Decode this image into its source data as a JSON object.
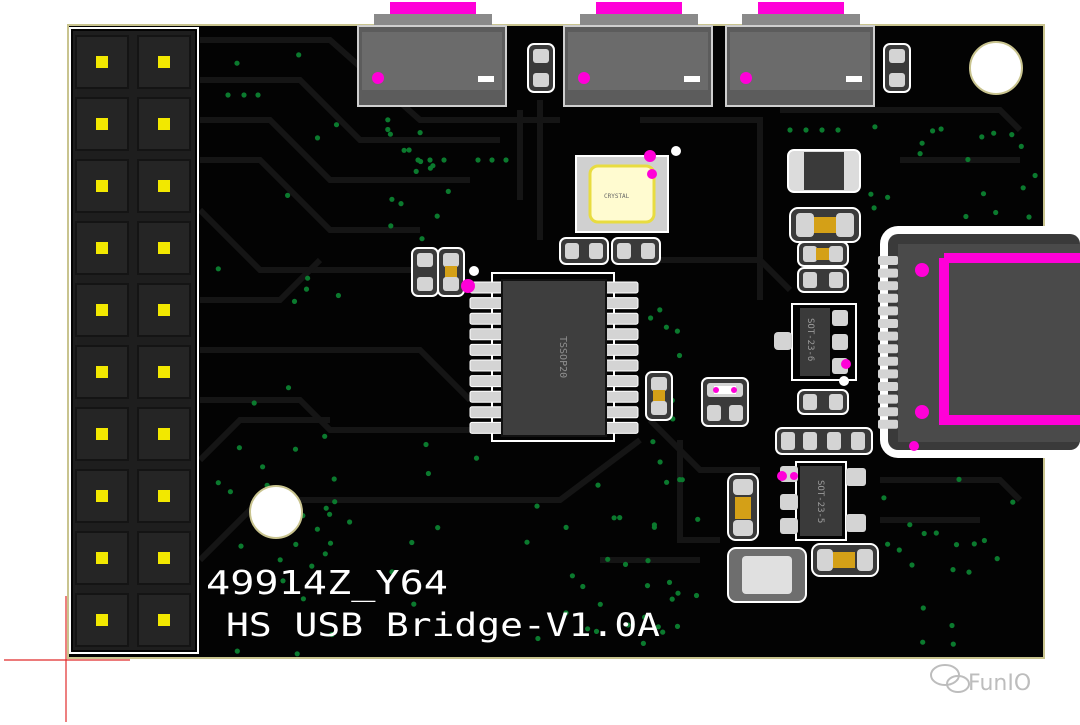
{
  "board": {
    "silkscreen_code": "49914Z_Y64",
    "silkscreen_name": "HS USB Bridge-V1.0A",
    "main_ic_label": "TSSOP20",
    "regulator_label": "SOT-23-5",
    "small_ic_label": "SOT-23-6",
    "oscillator_marking": "CRYSTAL"
  },
  "watermark": {
    "text": "FunIO",
    "icon": "wechat-icon"
  },
  "header": {
    "rows": 10,
    "cols": 2
  },
  "colors": {
    "board": "#030303",
    "pad_gold": "#f2e800",
    "pad_silver": "#d4d4d4",
    "marker_magenta": "#ff00d8",
    "silk_white": "#ffffff",
    "via_green": "#0b7a2e",
    "board_edge": "#c9c48f"
  }
}
